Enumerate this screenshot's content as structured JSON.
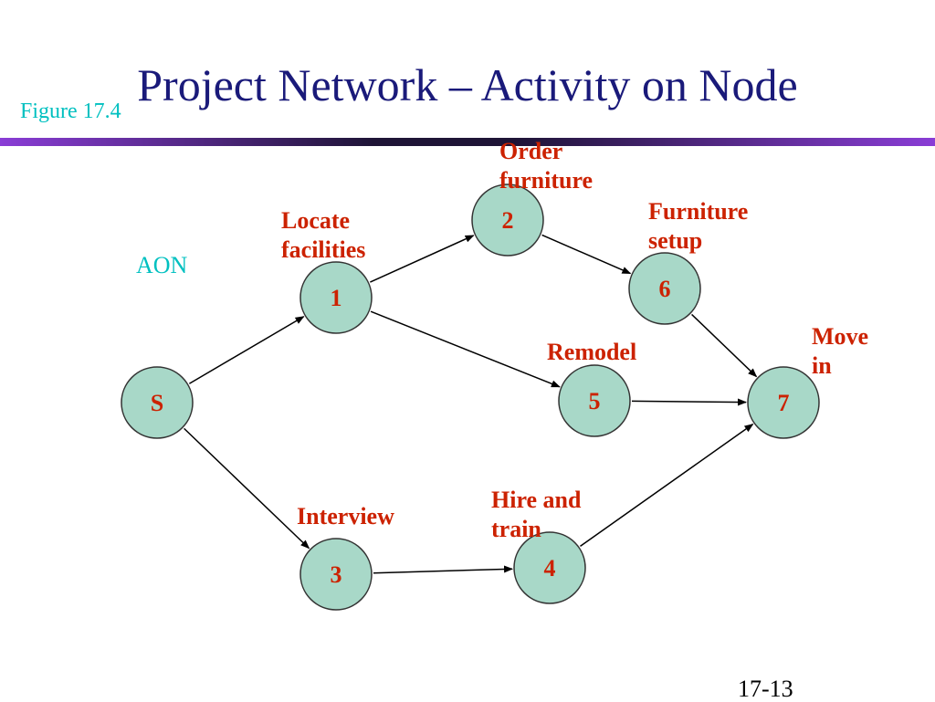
{
  "title": "Project Network – Activity on Node",
  "figure_label": "Figure 17.4",
  "aon_label": "AON",
  "page_number": "17-13",
  "colors": {
    "title": "#1a1a7a",
    "figure_label": "#00c0c0",
    "activity_text": "#cc2200",
    "node_fill": "#a8d8c8"
  },
  "nodes": [
    {
      "id": "S",
      "label": "S"
    },
    {
      "id": "1",
      "label": "1"
    },
    {
      "id": "2",
      "label": "2"
    },
    {
      "id": "3",
      "label": "3"
    },
    {
      "id": "4",
      "label": "4"
    },
    {
      "id": "5",
      "label": "5"
    },
    {
      "id": "6",
      "label": "6"
    },
    {
      "id": "7",
      "label": "7"
    }
  ],
  "activity_labels": {
    "1": "Locate\nfacilities",
    "2": "Order\nfurniture",
    "3": "Interview",
    "4": "Hire and\ntrain",
    "5": "Remodel",
    "6": "Furniture\nsetup",
    "7": "Move\nin"
  },
  "edges": [
    {
      "from": "S",
      "to": "1"
    },
    {
      "from": "S",
      "to": "3"
    },
    {
      "from": "1",
      "to": "2"
    },
    {
      "from": "1",
      "to": "5"
    },
    {
      "from": "2",
      "to": "6"
    },
    {
      "from": "6",
      "to": "7"
    },
    {
      "from": "5",
      "to": "7"
    },
    {
      "from": "3",
      "to": "4"
    },
    {
      "from": "4",
      "to": "7"
    }
  ]
}
